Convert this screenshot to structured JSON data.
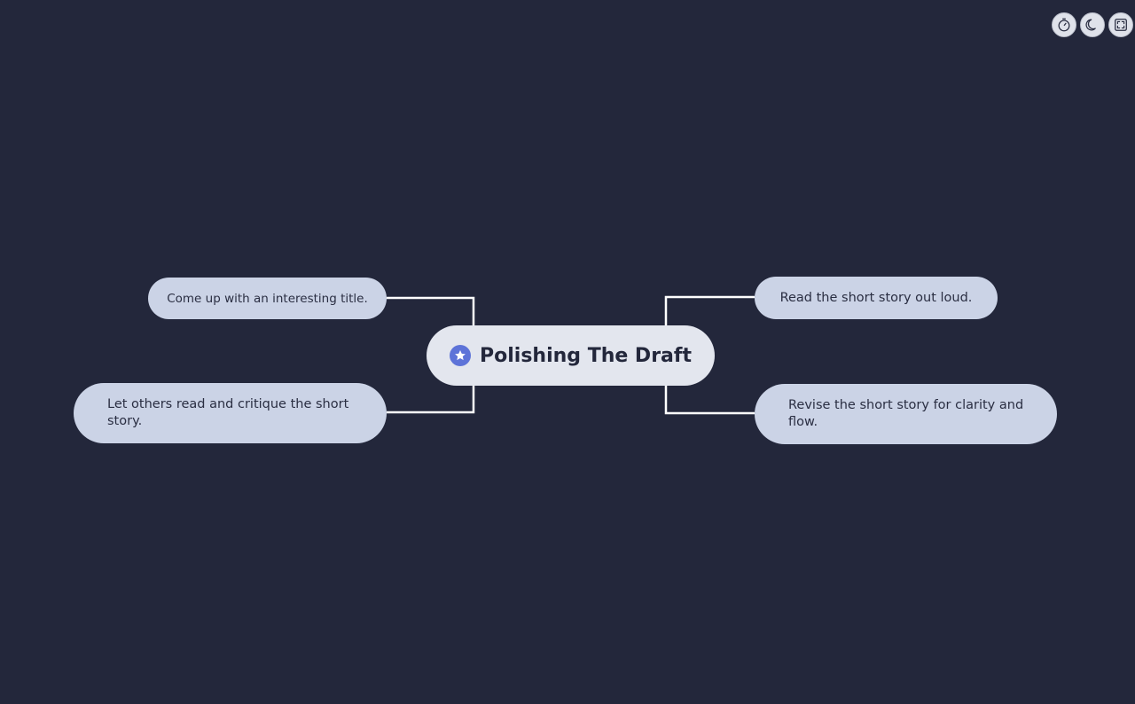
{
  "mindmap": {
    "root": {
      "title": "Polishing The Draft",
      "icon": "star-icon"
    },
    "branches": [
      {
        "text": "Come up with an interesting title.",
        "side": "left"
      },
      {
        "text": "Let others read and critique the short story.",
        "side": "left"
      },
      {
        "text": "Read the short story out loud.",
        "side": "right"
      },
      {
        "text": "Revise the short story for clarity and flow.",
        "side": "right"
      }
    ]
  },
  "toolbar": {
    "buttons": [
      {
        "icon": "timer-icon"
      },
      {
        "icon": "moon-icon"
      },
      {
        "icon": "fullscreen-icon"
      }
    ]
  },
  "colors": {
    "background": "#23273b",
    "node": "#cbd3e6",
    "root_node": "#e3e6ee",
    "connector": "#ffffff",
    "accent": "#5d73d8"
  }
}
